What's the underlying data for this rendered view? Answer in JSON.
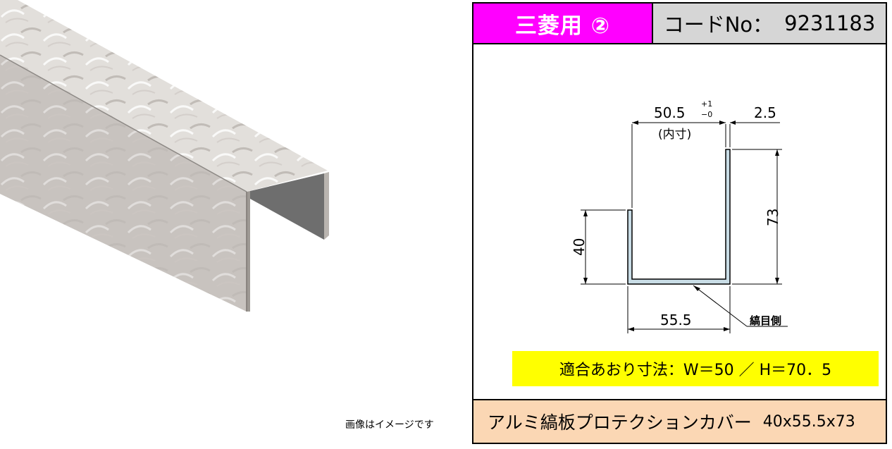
{
  "header": {
    "model_label": "三菱用 ②",
    "code_label": "コードNo：",
    "code_value": "9231183"
  },
  "drawing": {
    "inner_width": "50.5",
    "tolerance_plus": "+1",
    "tolerance_minus": "−0",
    "inner_note": "(内寸)",
    "thickness": "2.5",
    "outer_height": "73",
    "short_height": "40",
    "bottom_width": "55.5",
    "pattern_side": "縞目側"
  },
  "fit_note": "適合あおり寸法：W＝50 ／ H＝70．5",
  "footer": {
    "product_name": "アルミ縞板プロテクションカバー",
    "product_size": "40x55.5x73"
  },
  "caption": "画像はイメージです",
  "colors": {
    "header_left_bg": "#ff00ff",
    "header_right_bg": "#d6d6d6",
    "fit_note_bg": "#ffff00",
    "footer_bg": "#fbd7b4",
    "profile_fill": "#c9dde6"
  }
}
